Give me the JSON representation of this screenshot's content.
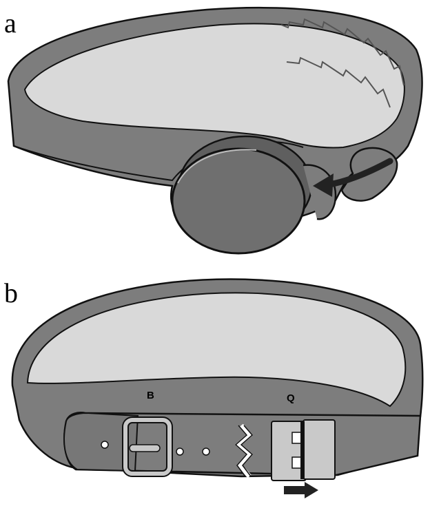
{
  "panels": [
    {
      "label": "a",
      "depiction": "headband-with-round-dial"
    },
    {
      "label": "b",
      "depiction": "belt-with-buckle-and-clip"
    }
  ],
  "parts": {
    "buckle": "B",
    "clip": "Q"
  },
  "colors": {
    "band": "#7d7d7d",
    "band_inner": "#d9d9d9",
    "outline": "#111111",
    "dial": "#6f6f6f",
    "metal": "#c9c9c9",
    "arrow": "#222222"
  }
}
